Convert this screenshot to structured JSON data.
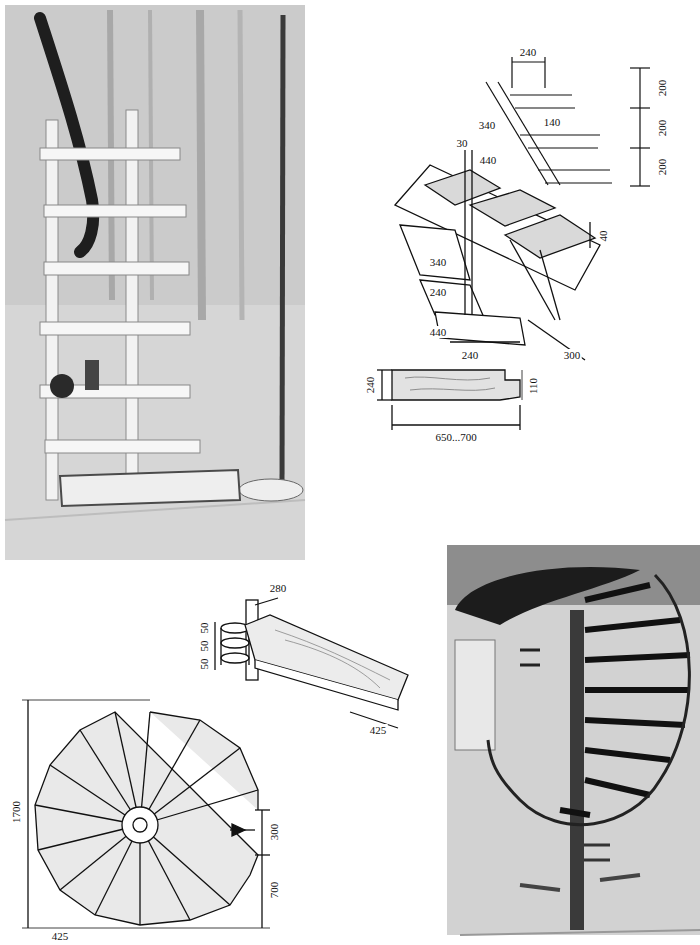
{
  "diagram": {
    "labels": [
      "240",
      "140",
      "200",
      "200",
      "200",
      "340",
      "440",
      "30",
      "40",
      "340",
      "240",
      "440",
      "240",
      "300",
      "240",
      "110",
      "650...700",
      "280",
      "50",
      "50",
      "50",
      "425",
      "1700",
      "300",
      "700",
      "425"
    ]
  }
}
